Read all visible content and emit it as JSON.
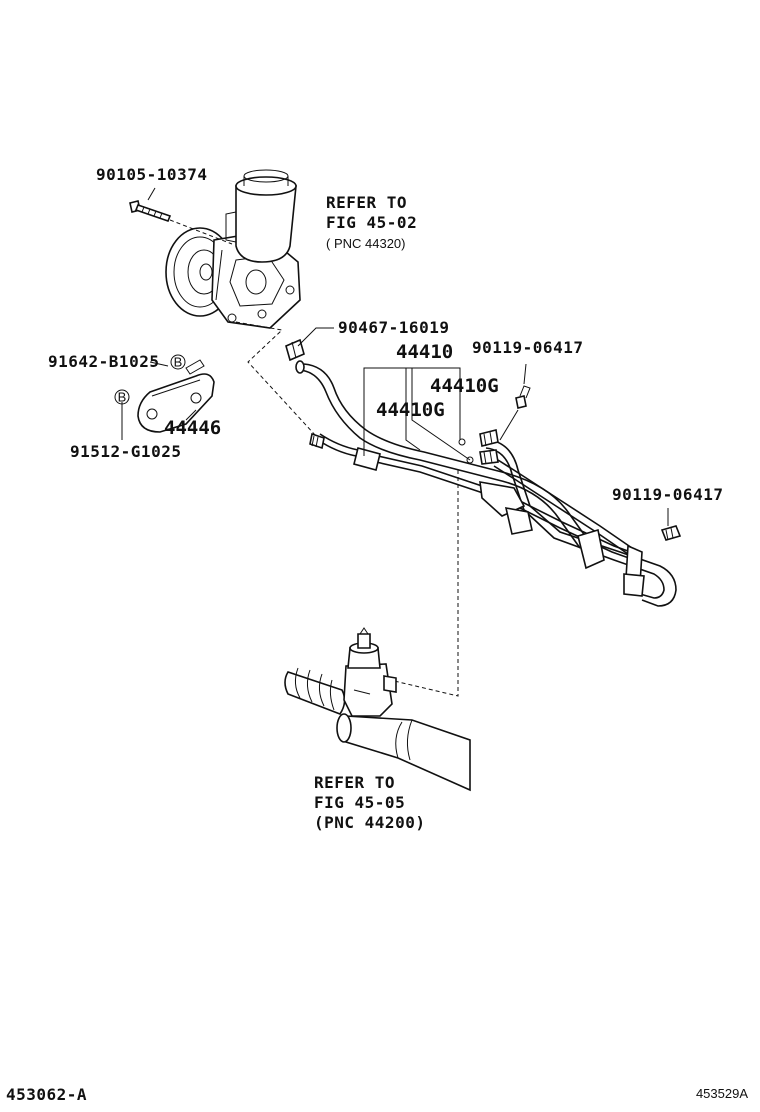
{
  "labels": {
    "bolt": "90105-10374",
    "refer_top_1": "REFER TO",
    "refer_top_2": "FIG 45-02",
    "refer_top_3": "( PNC 44320)",
    "clamp": "90467-16019",
    "hose_assy": "44410",
    "hose_g1": "44410G",
    "hose_g2": "44410G",
    "union_bolt_1": "90119-06417",
    "union_bolt_2": "90119-06417",
    "bracket_bolt_1": "91642-B1025",
    "bracket_bolt_2": "91512-G1025",
    "bracket": "44446",
    "badge_b1": "B",
    "badge_b2": "B",
    "refer_bot_1": "REFER TO",
    "refer_bot_2": "FIG 45-05",
    "refer_bot_3": "(PNC 44200)",
    "code_left": "453062-A",
    "code_right": "453529A"
  }
}
